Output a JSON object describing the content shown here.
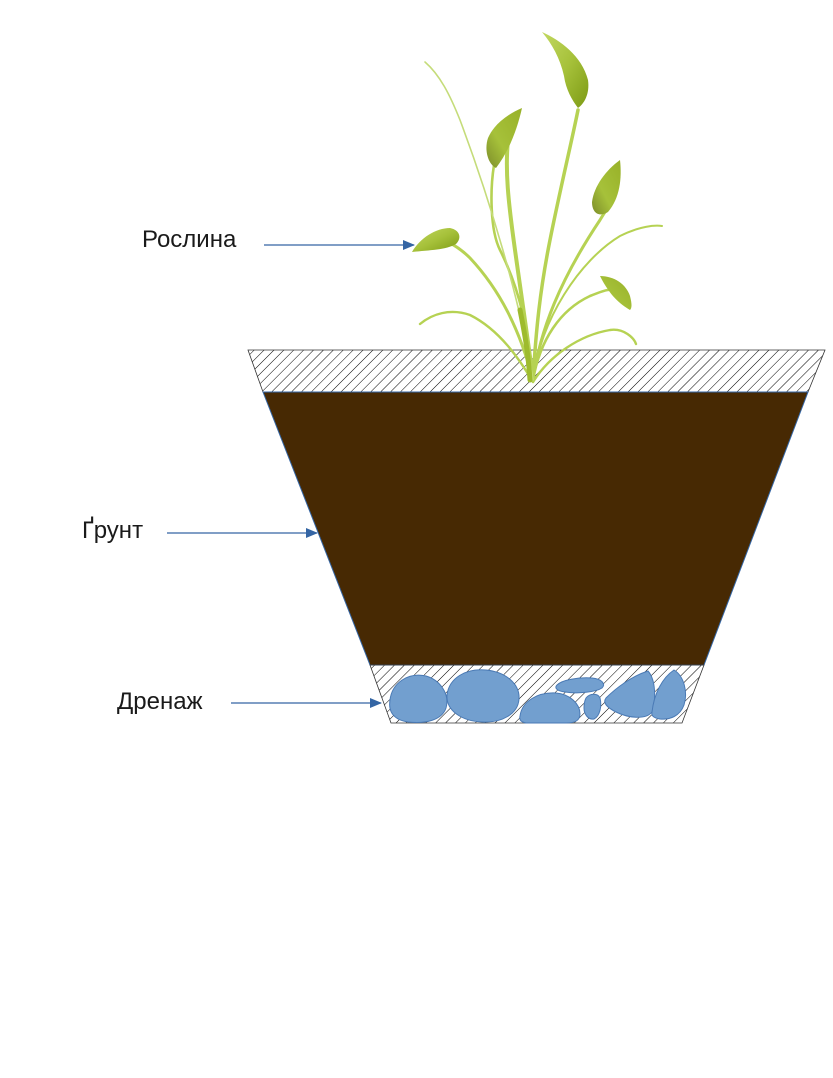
{
  "labels": {
    "plant": "Рослина",
    "soil": "Ґрунт",
    "drainage": "Дренаж"
  },
  "colors": {
    "soil": "#472903",
    "stones": "#729fcf",
    "stone_outline": "#4a7ab5",
    "arrow": "#3465a4",
    "hatch": "#000000",
    "leaf_light": "#a6c13a",
    "leaf_dark": "#7c9a14",
    "stem": "#b6d253"
  },
  "layers": [
    "plant",
    "soil",
    "drainage"
  ]
}
